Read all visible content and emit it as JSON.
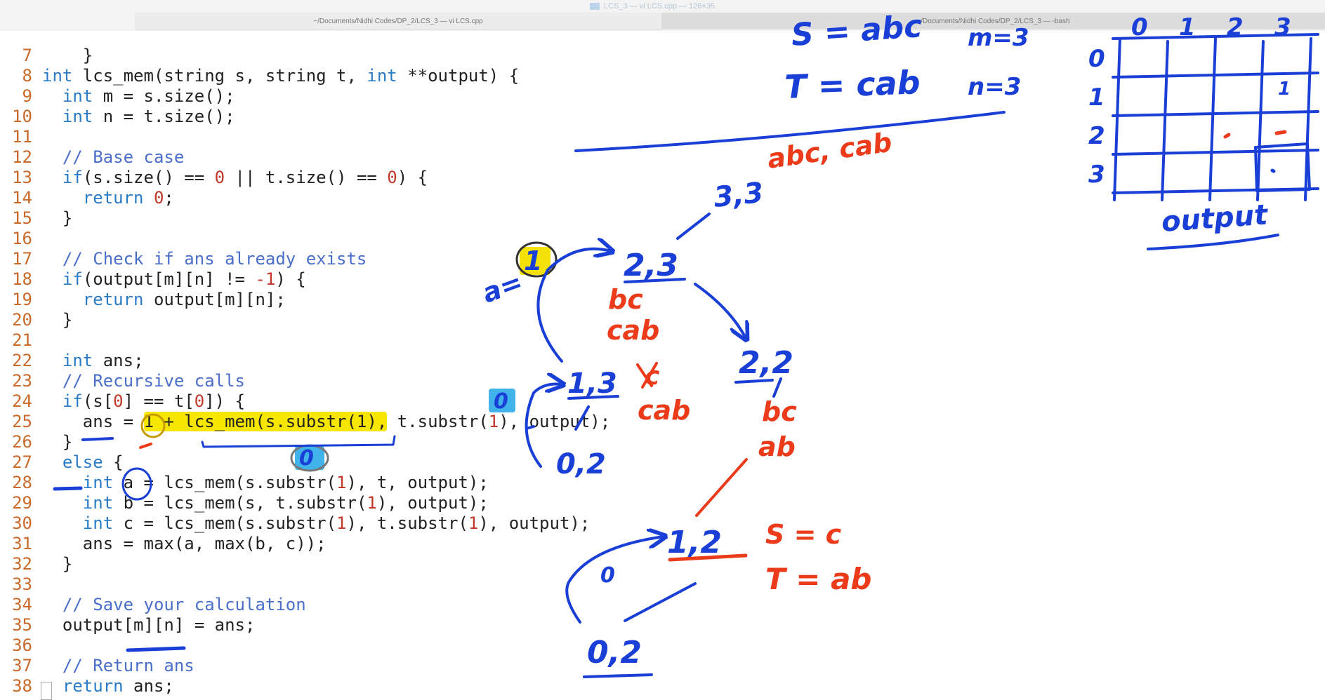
{
  "window": {
    "title": "LCS_3 — vi LCS.cpp — 126×35",
    "tab_left": "~/Documents/Nidhi Codes/DP_2/LCS_3 — vi LCS.cpp",
    "tab_right": "~/Documents/Nidhi Codes/DP_2/LCS_3 — -bash"
  },
  "editor": {
    "top_partial": "}",
    "lines": [
      {
        "n": "7",
        "parts": []
      },
      {
        "n": "8",
        "parts": [
          {
            "t": "int",
            "c": "kw"
          },
          {
            "t": " lcs_mem(string s, string t, "
          },
          {
            "t": "int",
            "c": "kw"
          },
          {
            "t": " **output) {"
          }
        ]
      },
      {
        "n": "9",
        "parts": [
          {
            "t": "  "
          },
          {
            "t": "int",
            "c": "kw"
          },
          {
            "t": " m = s.size();"
          }
        ]
      },
      {
        "n": "10",
        "parts": [
          {
            "t": "  "
          },
          {
            "t": "int",
            "c": "kw"
          },
          {
            "t": " n = t.size();"
          }
        ]
      },
      {
        "n": "11",
        "parts": []
      },
      {
        "n": "12",
        "parts": [
          {
            "t": "  "
          },
          {
            "t": "// Base case",
            "c": "cm"
          }
        ]
      },
      {
        "n": "13",
        "parts": [
          {
            "t": "  "
          },
          {
            "t": "if",
            "c": "kw"
          },
          {
            "t": "(s.size() == "
          },
          {
            "t": "0",
            "c": "num"
          },
          {
            "t": " || t.size() == "
          },
          {
            "t": "0",
            "c": "num"
          },
          {
            "t": ") {"
          }
        ]
      },
      {
        "n": "14",
        "parts": [
          {
            "t": "    "
          },
          {
            "t": "return",
            "c": "kw"
          },
          {
            "t": " "
          },
          {
            "t": "0",
            "c": "num"
          },
          {
            "t": ";"
          }
        ]
      },
      {
        "n": "15",
        "parts": [
          {
            "t": "  }"
          }
        ]
      },
      {
        "n": "16",
        "parts": []
      },
      {
        "n": "17",
        "parts": [
          {
            "t": "  "
          },
          {
            "t": "// Check if ans already exists",
            "c": "cm"
          }
        ]
      },
      {
        "n": "18",
        "parts": [
          {
            "t": "  "
          },
          {
            "t": "if",
            "c": "kw"
          },
          {
            "t": "(output[m][n] != "
          },
          {
            "t": "-1",
            "c": "num"
          },
          {
            "t": ") {"
          }
        ]
      },
      {
        "n": "19",
        "parts": [
          {
            "t": "    "
          },
          {
            "t": "return",
            "c": "kw"
          },
          {
            "t": " output[m][n];"
          }
        ]
      },
      {
        "n": "20",
        "parts": [
          {
            "t": "  }"
          }
        ]
      },
      {
        "n": "21",
        "parts": []
      },
      {
        "n": "22",
        "parts": [
          {
            "t": "  "
          },
          {
            "t": "int",
            "c": "kw"
          },
          {
            "t": " ans;"
          }
        ]
      },
      {
        "n": "23",
        "parts": [
          {
            "t": "  "
          },
          {
            "t": "// Recursive calls",
            "c": "cm"
          }
        ]
      },
      {
        "n": "24",
        "parts": [
          {
            "t": "  "
          },
          {
            "t": "if",
            "c": "kw"
          },
          {
            "t": "(s["
          },
          {
            "t": "0",
            "c": "num"
          },
          {
            "t": "] == t["
          },
          {
            "t": "0",
            "c": "num"
          },
          {
            "t": "]) {"
          }
        ]
      },
      {
        "n": "25",
        "parts": [
          {
            "t": "    ans = "
          },
          {
            "t": "1 + lcs_mem(s.substr(1),",
            "c": "hl"
          },
          {
            "t": " t.substr("
          },
          {
            "t": "1",
            "c": "num"
          },
          {
            "t": "), output);"
          }
        ]
      },
      {
        "n": "26",
        "parts": [
          {
            "t": "  }"
          }
        ]
      },
      {
        "n": "27",
        "parts": [
          {
            "t": "  "
          },
          {
            "t": "else",
            "c": "kw"
          },
          {
            "t": " {"
          }
        ]
      },
      {
        "n": "28",
        "parts": [
          {
            "t": "    "
          },
          {
            "t": "int",
            "c": "kw"
          },
          {
            "t": " a = lcs_mem(s.substr("
          },
          {
            "t": "1",
            "c": "num"
          },
          {
            "t": "), t, output);"
          }
        ]
      },
      {
        "n": "29",
        "parts": [
          {
            "t": "    "
          },
          {
            "t": "int",
            "c": "kw"
          },
          {
            "t": " b = lcs_mem(s, t.substr("
          },
          {
            "t": "1",
            "c": "num"
          },
          {
            "t": "), output);"
          }
        ]
      },
      {
        "n": "30",
        "parts": [
          {
            "t": "    "
          },
          {
            "t": "int",
            "c": "kw"
          },
          {
            "t": " c = lcs_mem(s.substr("
          },
          {
            "t": "1",
            "c": "num"
          },
          {
            "t": "), t.substr("
          },
          {
            "t": "1",
            "c": "num"
          },
          {
            "t": "), output);"
          }
        ]
      },
      {
        "n": "31",
        "parts": [
          {
            "t": "    ans = max(a, max(b, c));"
          }
        ]
      },
      {
        "n": "32",
        "parts": [
          {
            "t": "  }"
          }
        ]
      },
      {
        "n": "33",
        "parts": []
      },
      {
        "n": "34",
        "parts": [
          {
            "t": "  "
          },
          {
            "t": "// Save your calculation",
            "c": "cm"
          }
        ]
      },
      {
        "n": "35",
        "parts": [
          {
            "t": "  output[m][n] = ans;"
          }
        ]
      },
      {
        "n": "36",
        "parts": []
      },
      {
        "n": "37",
        "parts": [
          {
            "t": "  "
          },
          {
            "t": "// Return ans",
            "c": "cm"
          }
        ]
      },
      {
        "n": "38",
        "parts": [
          {
            "t": "  "
          },
          {
            "t": "return",
            "c": "kw"
          },
          {
            "t": " ans;"
          }
        ]
      }
    ]
  },
  "annotations": {
    "colors": {
      "blue": "#1a3fd6",
      "red": "#ec3b1b",
      "yellow": "#f5e10a",
      "cyan": "#3fb3ea"
    },
    "s_def": "S = abc",
    "t_def": "T = cab",
    "m_def": "m=3",
    "n_def": "n=3",
    "root_strings": "abc, cab",
    "node_33": "3,3",
    "node_23": "2,3",
    "node_23_s": "bc",
    "node_23_t": "cab",
    "a_label": "a=",
    "a_value": "1",
    "node_13": "1,3",
    "node_13_s": "c",
    "node_13_t": "cab",
    "node_02_top": "0,2",
    "node_22": "2,2",
    "node_22_s": "bc",
    "node_22_t": "ab",
    "node_12": "1,2",
    "node_12_s": "S = c",
    "node_12_t": "T = ab",
    "node_02_bottom": "0,2",
    "edge_zero": "0",
    "zero_box_a": "0",
    "zero_box_b": "0",
    "grid_label": "output",
    "grid_cols": [
      "0",
      "1",
      "2",
      "3"
    ],
    "grid_rows": [
      "0",
      "1",
      "2",
      "3"
    ],
    "grid_cell_value": "1"
  }
}
